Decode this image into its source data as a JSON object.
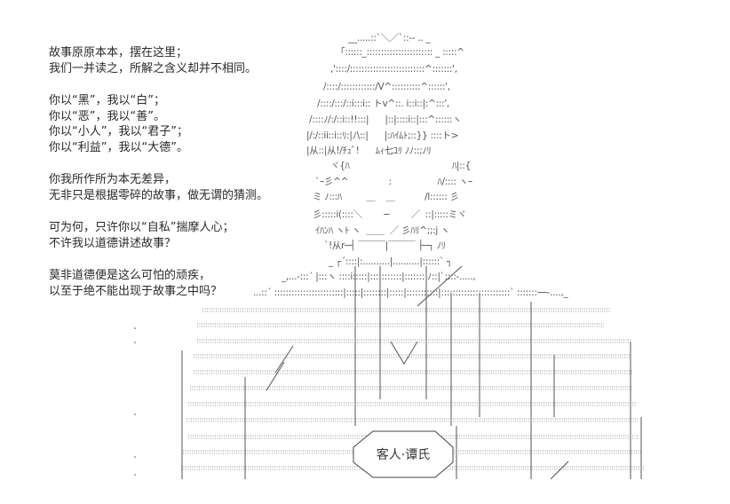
{
  "poem": {
    "stanzas": [
      [
        "故事原原本本，摆在这里；",
        "我们一并读之，所解之含义却并不相同。"
      ],
      [
        "你以“黑”，我以“白”；",
        "你以“恶”，我以“善”。",
        "你以“小人”，我以“君子”；",
        "你以“利益”，我以“大德”。"
      ],
      [
        "你我所作所为本无差异，",
        "无非只是根据零碎的故事，做无谓的猜测。"
      ],
      [
        "可为何，只许你以“自私”揣摩人心；",
        "不许我以道德讲述故事？"
      ],
      [
        "莫非道德便是这么可怕的顽疾，",
        "以至于绝不能出现于故事之中吗？"
      ]
    ]
  },
  "art": {
    "lines": [
      "__.....::`＼／`::-- .. _",
      "「::::::_::::::::::::::::::::::: _ :::::^",
      ",'::::/::::::::::::::::::::::::::^:::::::',",
      "/::::/::::::::::::/V^::::::::::^::::::',",
      "/::::/:::/::i:::i:: トv^::. i::i::|:^:::',",
      "/::::ﾉ/:/::i::!!:::|      |::|::::i::|:::^::::::ヽ",
      "|/:/::ii::i::ﾘ:|ﾉ\\::|      |:ﾊｲﾑﾄ;::}} ::::ト>",
      "|从::|从!/ﾁｭﾞ!      ﾑｨ七ﾕﾘ ﾉﾉ::;ﾉﾘ",
      "ヾ{ﾊ                                      ﾊ|::{",
      "`ｰ彡^^               :                 ﾊ/:::: ヽｰ",
      "ミ ﾉ:::ﾊ         ＿    ＿           /l:::::: 彡",
      "彡:::::i(::::＼        ─        ／  ::|:::::ミヾ",
      "ｲﾊﾝﾊ ヽﾄ ヽ  ＿＿  ／ 彡ﾊﾘ^;;:j ヽ",
      "`!从r─┤ ￣￣￣|￣￣￣ ├─┐ ﾉﾘ",
      "_ ┌´::::|:..........|..........|::::::` ┐",
      "_,...-:::´ |:::ヽ ::::i:::::|:::::::::::|::::::: ﾉ::|`::::-.....,",
      "...::´ ::::::::::::::::::::::::|:::::|::::::::|:::::|:::::::::::|::::::::::::::::::::::::` :::::::ｰ─-....,_"
    ],
    "caption": "客人·谭氏",
    "ink_color": "#555555"
  }
}
